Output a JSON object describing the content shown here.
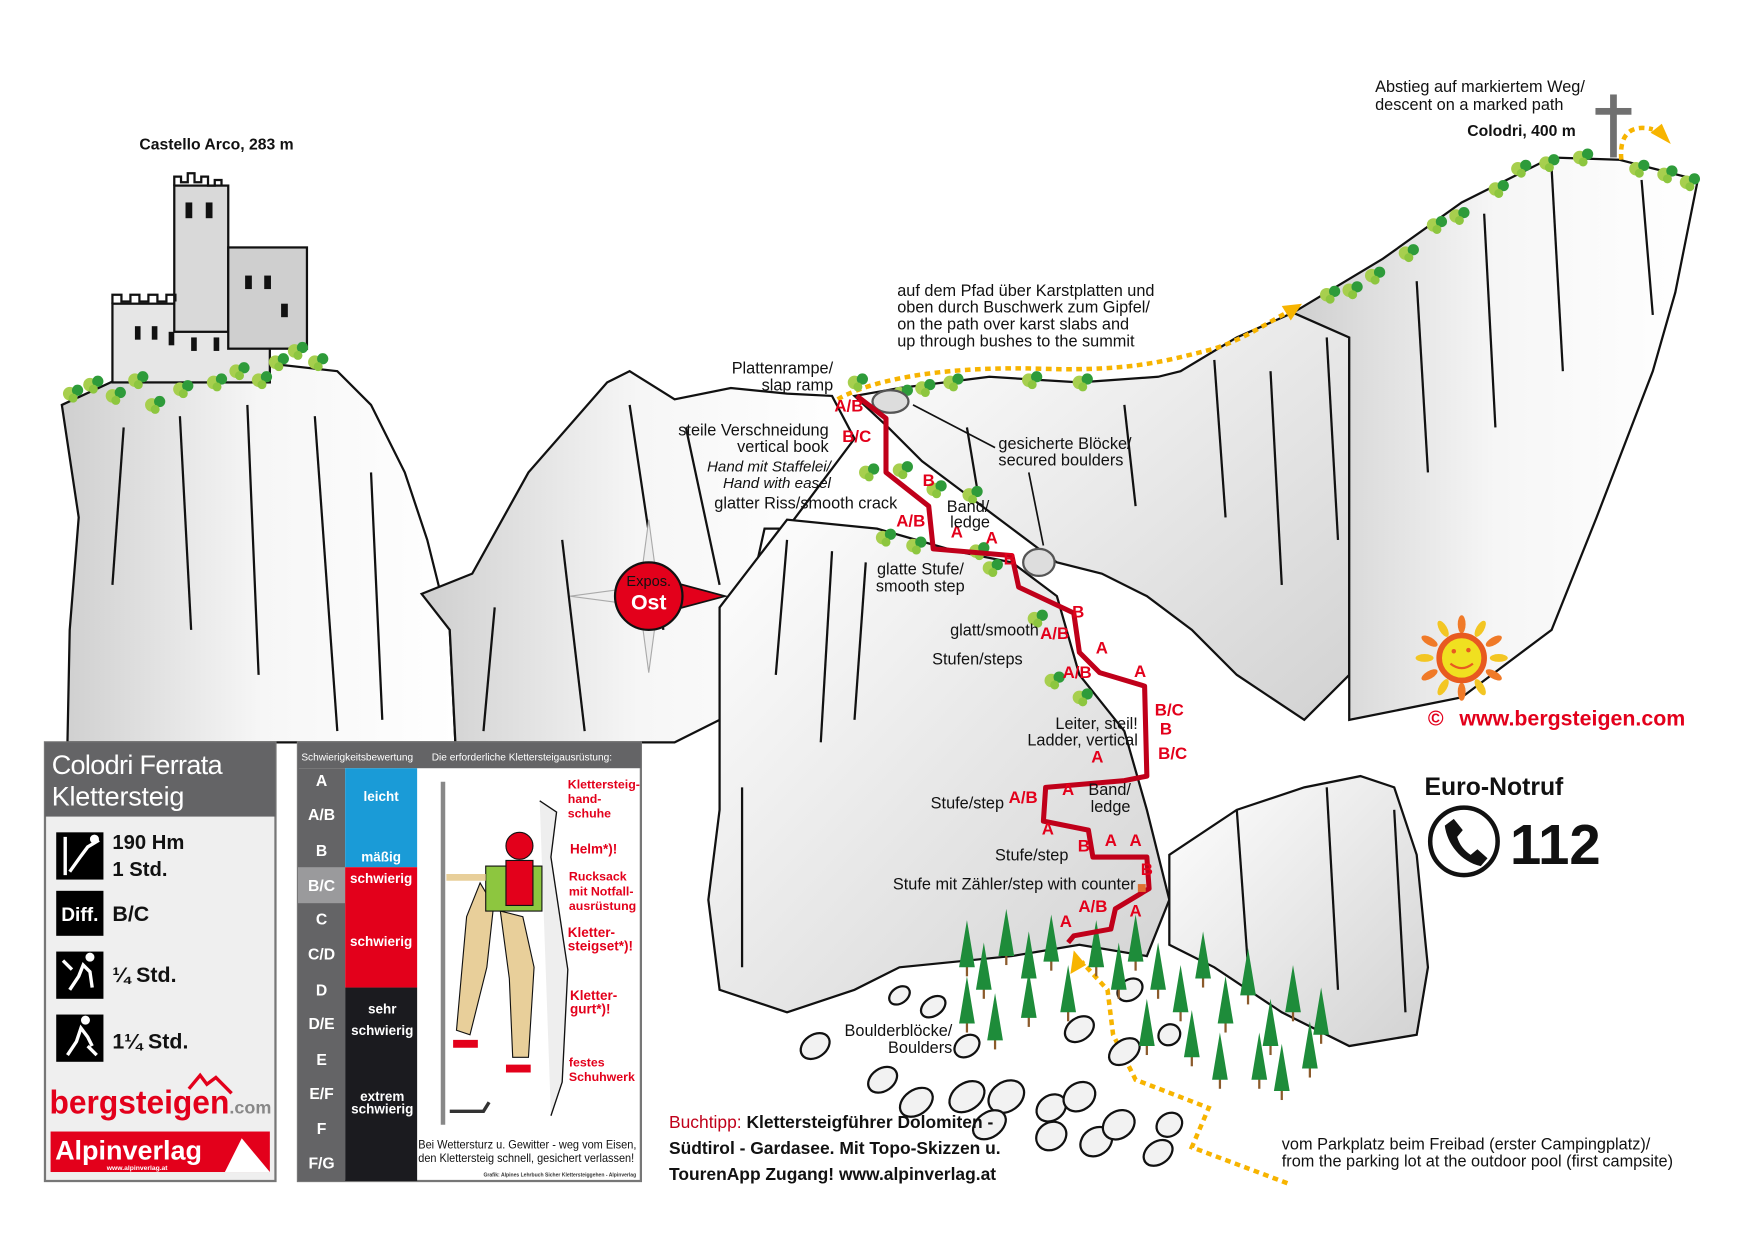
{
  "castle": {
    "label": "Castello Arco, 283 m"
  },
  "summit": {
    "label": "Colodri, 400 m",
    "descent": [
      "Abstieg auf markiertem Weg/",
      "descent on a marked path"
    ]
  },
  "path_note": [
    "auf dem Pfad über Karstplatten und",
    "oben durch Buschwerk zum Gipfel/",
    "on the path over karst slabs and",
    "up through bushes to the summit"
  ],
  "labels": {
    "slab_ramp": [
      "Plattenrampe/",
      "slap ramp"
    ],
    "vertical_book": [
      "steile Verschneidung",
      "vertical book"
    ],
    "hand_easel": [
      "Hand mit Staffelei/",
      "Hand with easel"
    ],
    "smooth_crack": "glatter Riss/smooth crack",
    "secured_boulders": [
      "gesicherte Blöcke/",
      "secured boulders"
    ],
    "ledge_upper": [
      "Band/",
      "ledge"
    ],
    "smooth_step": [
      "glatte Stufe/",
      "smooth step"
    ],
    "smooth": "glatt/smooth",
    "steps": "Stufen/steps",
    "ladder": [
      "Leiter, steil!",
      "Ladder, vertical"
    ],
    "ledge_lower": [
      "Band/",
      "ledge"
    ],
    "step1": "Stufe/step",
    "step2": "Stufe/step",
    "counter": "Stufe mit Zähler/step with counter",
    "boulders": [
      "Boulderblöcke/",
      "Boulders"
    ]
  },
  "compass": {
    "line1": "Expos.",
    "line2": "Ost"
  },
  "route": {
    "color": "#c0001a",
    "grades": [
      "A/B",
      "B/C",
      "B",
      "A/B",
      "A",
      "A",
      "B",
      "B",
      "A/B",
      "A",
      "A/B",
      "A",
      "B/C",
      "B",
      "B/C",
      "A",
      "A/B",
      "A",
      "A",
      "B",
      "A",
      "A",
      "B",
      "A/B",
      "A",
      "A"
    ]
  },
  "info": {
    "title": [
      "Colodri Ferrata",
      "Klettersteig"
    ],
    "ascent": "190 Hm",
    "ascent_time": "1 Std.",
    "diff_label": "Diff.",
    "difficulty": "B/C",
    "approach_time": "¼ Std.",
    "descent_time": "1¼ Std.",
    "logo_main": "bergsteigen",
    "logo_suffix": ".com",
    "publisher": "Alpinverlag",
    "publisher_url": "www.alpinverlag.at"
  },
  "legend": {
    "header_grades": "Schwierigkeitsbewertung",
    "header_equipment": "Die erforderliche Klettersteigausrüstung:",
    "grades": [
      "A",
      "A/B",
      "B",
      "B/C",
      "C",
      "C/D",
      "D",
      "D/E",
      "E",
      "E/F",
      "F",
      "F/G"
    ],
    "highlighted_grade": "B/C",
    "bands": {
      "easy": "leicht",
      "moderate": "mäßig",
      "difficult1": "schwierig",
      "difficult2": "schwierig",
      "very1": "sehr",
      "very2": "schwierig",
      "extreme1": "extrem",
      "extreme2": "schwierig"
    },
    "equipment": {
      "gloves": [
        "Klettersteig-",
        "hand-",
        "schuhe"
      ],
      "helmet": "Helm*)!",
      "backpack": [
        "Rucksack",
        "mit Notfall-",
        "ausrüstung"
      ],
      "set": [
        "Kletter-",
        "steigset*)!"
      ],
      "harness": [
        "Kletter-",
        "gurt*)!"
      ],
      "shoes": [
        "festes",
        "Schuhwerk"
      ]
    },
    "warning": [
      "Bei Wettersturz u. Gewitter - weg vom Eisen,",
      "den Klettersteig schnell, gesichert verlassen!"
    ],
    "credit": "Grafik: Alpines Lehrbuch Sicher Klettersteiggehen - Alpinverlag"
  },
  "buchtipp": {
    "label": "Buchtipp:",
    "lines": [
      " Klettersteigführer Dolomiten -",
      "Südtirol - Gardasee. Mit Topo-Skizzen u.",
      "TourenApp Zugang! www.alpinverlag.at"
    ]
  },
  "parking": [
    "vom Parkplatz beim Freibad (erster Campingplatz)/",
    "from the parking lot at the outdoor pool (first campsite)"
  ],
  "copyright": {
    "symbol": "©",
    "url": "www.bergsteigen.com"
  },
  "emergency": {
    "title": "Euro-Notruf",
    "number": "112"
  },
  "colors": {
    "red": "#e3001b",
    "blue": "#1a9bd7",
    "dark": "#1b1b1f",
    "gray": "#646466",
    "orange": "#f7b400"
  }
}
